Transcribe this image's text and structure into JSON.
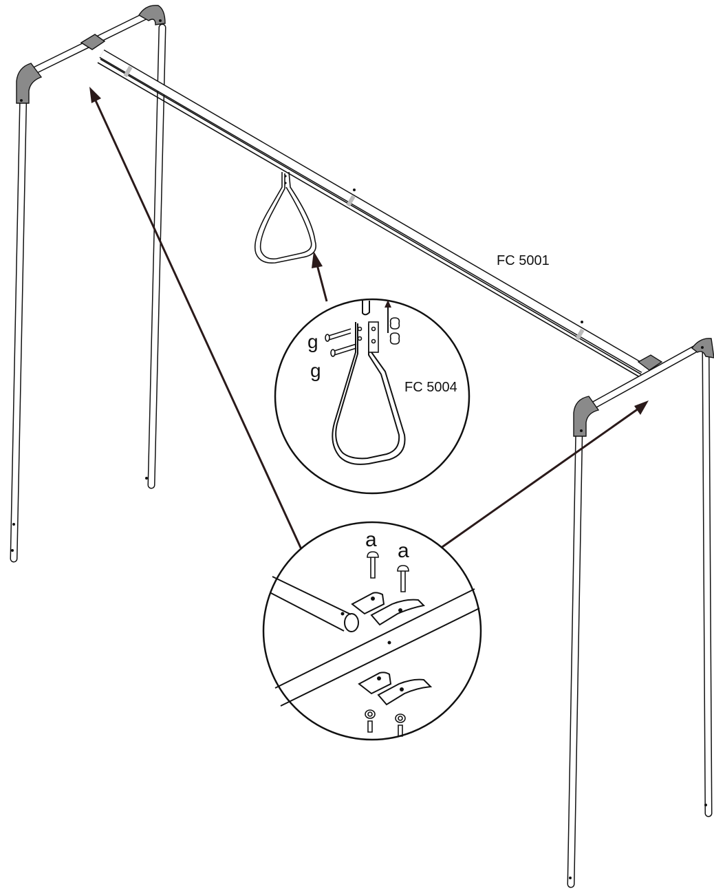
{
  "labels": {
    "beam_part": "FC 5001",
    "trapeze_part": "FC 5004",
    "bolt_g_1": "g",
    "bolt_g_2": "g",
    "bolt_a_1": "a",
    "bolt_a_2": "a"
  },
  "colors": {
    "line": "#111111",
    "joint": "#8a8a8a",
    "arrow": "#2a1a1a",
    "background": "#ffffff"
  },
  "parts": {
    "frame": "a-frame swing stand",
    "trapeze": "triangle trapeze bar"
  }
}
